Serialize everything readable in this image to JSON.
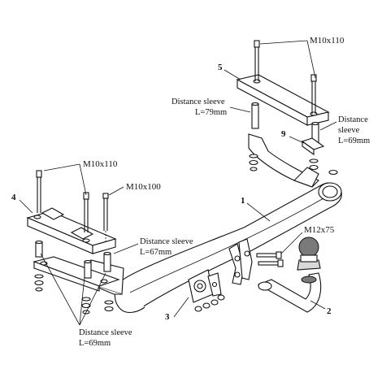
{
  "labels": {
    "bolt_m10x110_top": "M10x110",
    "bolt_m10x110_left": "M10x110",
    "bolt_m10x100": "M10x100",
    "bolt_m12x75": "M12x75",
    "sleeve_79_title": "Distance sleeve",
    "sleeve_79_len": "L=79mm",
    "sleeve_69_right_title": "Distance",
    "sleeve_69_right_title2": "sleeve",
    "sleeve_69_right_len": "L=69mm",
    "sleeve_67_title": "Distance sleeve",
    "sleeve_67_len": "L=67mm",
    "sleeve_69_bottom_title": "Distance sleeve",
    "sleeve_69_bottom_len": "L=69mm"
  },
  "part_numbers": {
    "p1": "1",
    "p2": "2",
    "p3": "3",
    "p4": "4",
    "p5": "5",
    "p9": "9"
  }
}
